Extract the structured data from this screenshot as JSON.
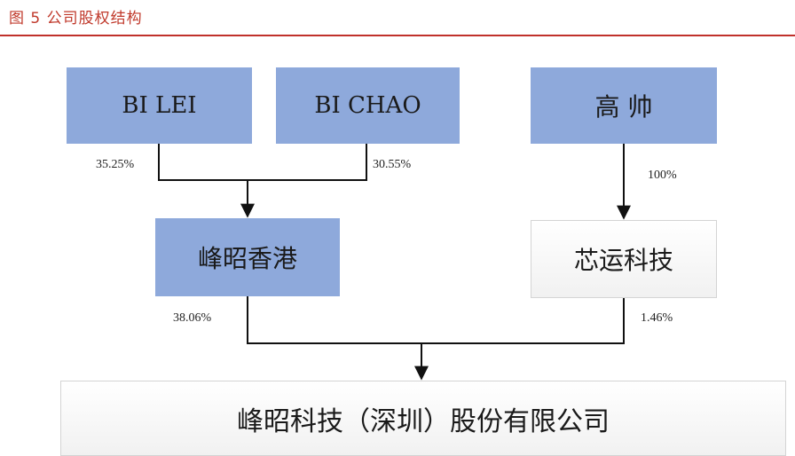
{
  "figure_title": "图 5 公司股权结构",
  "nodes": {
    "bi_lei": "BI LEI",
    "bi_chao": "BI CHAO",
    "gao_shuai": "高 帅",
    "fengzhao_hk": "峰昭香港",
    "xinyun": "芯运科技",
    "company": "峰昭科技（深圳）股份有限公司"
  },
  "edges": {
    "bi_lei_pct": "35.25%",
    "bi_chao_pct": "30.55%",
    "gao_shuai_pct": "100%",
    "fengzhao_hk_pct": "38.06%",
    "xinyun_pct": "1.46%"
  },
  "colors": {
    "title_red": "#c0312b",
    "node_blue": "#8ea9db",
    "node_light": "#f4f4f4"
  }
}
